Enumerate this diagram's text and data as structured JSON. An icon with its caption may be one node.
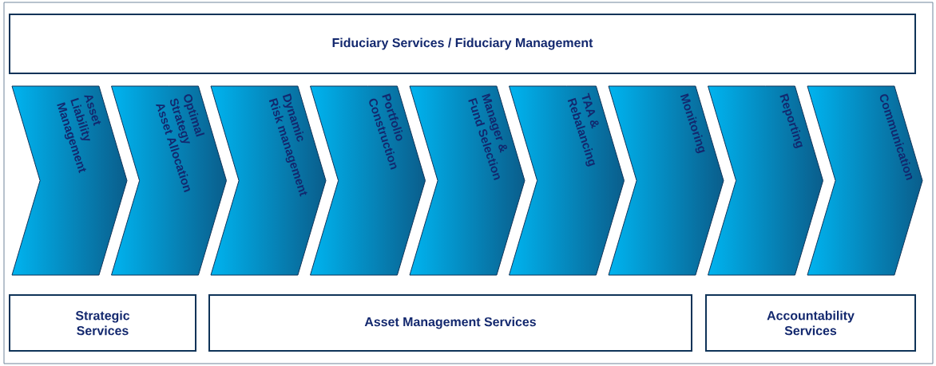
{
  "diagram": {
    "nodes": [
      {
        "text": [
          "Fiduciary Services / Fiduciary Management"
        ]
      },
      {
        "text": [
          "Asset Liability Management"
        ]
      },
      {
        "text": [
          "Optimal Strategy Asset Allocation"
        ]
      },
      {
        "text": [
          "Dynamic Risk management"
        ]
      },
      {
        "text": [
          "Portfolio Construction"
        ]
      },
      {
        "text": [
          "Manager & Fund Selection"
        ]
      },
      {
        "text": [
          "TAA & Rebalancing"
        ]
      },
      {
        "text": [
          "Monitoring"
        ]
      },
      {
        "text": [
          "Reporting"
        ]
      },
      {
        "text": [
          "Communication"
        ]
      },
      {
        "text": [
          "Strategic Services"
        ]
      },
      {
        "text": [
          "Asset Management Services"
        ]
      },
      {
        "text": [
          "Accountability Services"
        ]
      }
    ]
  }
}
